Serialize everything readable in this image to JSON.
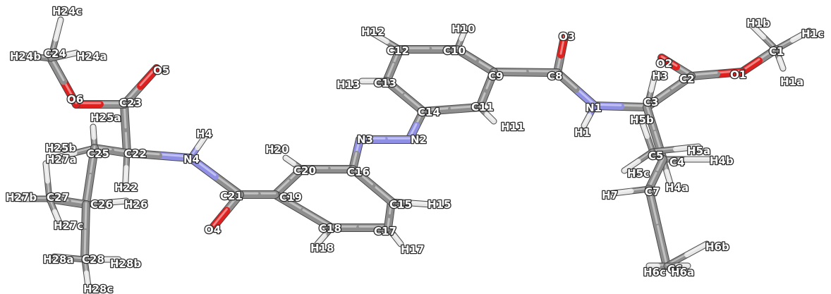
{
  "figure": {
    "colors": {
      "carbon": "#8e8e8e",
      "hydrogen": "#e6e6e6",
      "nitrogen": "#8f8fe6",
      "oxygen": "#e01f1f",
      "label_fill": "#ffffff",
      "label_outline": "#2a2a2a"
    },
    "atoms": [
      {
        "id": "C1",
        "el": "C"
      },
      {
        "id": "H1b",
        "el": "H"
      },
      {
        "id": "H1c",
        "el": "H"
      },
      {
        "id": "H1a",
        "el": "H"
      },
      {
        "id": "O1",
        "el": "O"
      },
      {
        "id": "C2",
        "el": "C"
      },
      {
        "id": "O2",
        "el": "O"
      },
      {
        "id": "C3",
        "el": "C"
      },
      {
        "id": "H3",
        "el": "H"
      },
      {
        "id": "N1",
        "el": "N"
      },
      {
        "id": "H1",
        "el": "H"
      },
      {
        "id": "C8",
        "el": "C"
      },
      {
        "id": "O3",
        "el": "O"
      },
      {
        "id": "C9",
        "el": "C"
      },
      {
        "id": "C10",
        "el": "C"
      },
      {
        "id": "H10",
        "el": "H"
      },
      {
        "id": "C12",
        "el": "C"
      },
      {
        "id": "H12",
        "el": "H"
      },
      {
        "id": "C13",
        "el": "C"
      },
      {
        "id": "H13",
        "el": "H"
      },
      {
        "id": "C14",
        "el": "C"
      },
      {
        "id": "C11",
        "el": "C"
      },
      {
        "id": "H11",
        "el": "H"
      },
      {
        "id": "N2",
        "el": "N"
      },
      {
        "id": "N3",
        "el": "N"
      },
      {
        "id": "C16",
        "el": "C"
      },
      {
        "id": "C20",
        "el": "C"
      },
      {
        "id": "H20",
        "el": "H"
      },
      {
        "id": "C19",
        "el": "C"
      },
      {
        "id": "C18",
        "el": "C"
      },
      {
        "id": "H18",
        "el": "H"
      },
      {
        "id": "C17",
        "el": "C"
      },
      {
        "id": "H17",
        "el": "H"
      },
      {
        "id": "C15",
        "el": "C"
      },
      {
        "id": "H15",
        "el": "H"
      },
      {
        "id": "C21",
        "el": "C"
      },
      {
        "id": "O4",
        "el": "O"
      },
      {
        "id": "N4",
        "el": "N"
      },
      {
        "id": "H4",
        "el": "H"
      },
      {
        "id": "C22",
        "el": "C"
      },
      {
        "id": "H22",
        "el": "H"
      },
      {
        "id": "C23",
        "el": "C"
      },
      {
        "id": "O5",
        "el": "O"
      },
      {
        "id": "O6",
        "el": "O"
      },
      {
        "id": "C24",
        "el": "C"
      },
      {
        "id": "H24c",
        "el": "H"
      },
      {
        "id": "H24b",
        "el": "H"
      },
      {
        "id": "H24a",
        "el": "H"
      },
      {
        "id": "C25",
        "el": "C"
      },
      {
        "id": "H25a",
        "el": "H"
      },
      {
        "id": "H25b",
        "el": "H"
      },
      {
        "id": "C26",
        "el": "C"
      },
      {
        "id": "H26",
        "el": "H"
      },
      {
        "id": "C27",
        "el": "C"
      },
      {
        "id": "H27a",
        "el": "H"
      },
      {
        "id": "H27b",
        "el": "H"
      },
      {
        "id": "H27c",
        "el": "H"
      },
      {
        "id": "C28",
        "el": "C"
      },
      {
        "id": "H28a",
        "el": "H"
      },
      {
        "id": "H28b",
        "el": "H"
      },
      {
        "id": "H28c",
        "el": "H"
      },
      {
        "id": "C4",
        "el": "C"
      },
      {
        "id": "H4b",
        "el": "H"
      },
      {
        "id": "H4a",
        "el": "H"
      },
      {
        "id": "C5",
        "el": "C"
      },
      {
        "id": "H5b",
        "el": "H"
      },
      {
        "id": "H5a",
        "el": "H"
      },
      {
        "id": "H5c",
        "el": "H"
      },
      {
        "id": "C7",
        "el": "C"
      },
      {
        "id": "H7",
        "el": "H"
      },
      {
        "id": "C6",
        "el": "C"
      },
      {
        "id": "H6b",
        "el": "H"
      },
      {
        "id": "H6c",
        "el": "H"
      },
      {
        "id": "H6a",
        "el": "H"
      }
    ],
    "bonds": [
      [
        "C1",
        "H1b"
      ],
      [
        "C1",
        "H1c"
      ],
      [
        "C1",
        "H1a"
      ],
      [
        "C1",
        "O1"
      ],
      [
        "O1",
        "C2"
      ],
      [
        "C2",
        "O2"
      ],
      [
        "C2",
        "C3"
      ],
      [
        "C3",
        "H3"
      ],
      [
        "C3",
        "N1"
      ],
      [
        "N1",
        "H1"
      ],
      [
        "N1",
        "C8"
      ],
      [
        "C8",
        "O3"
      ],
      [
        "C8",
        "C9"
      ],
      [
        "C9",
        "C10"
      ],
      [
        "C10",
        "H10"
      ],
      [
        "C10",
        "C12"
      ],
      [
        "C12",
        "H12"
      ],
      [
        "C12",
        "C13"
      ],
      [
        "C13",
        "H13"
      ],
      [
        "C13",
        "C14"
      ],
      [
        "C14",
        "C11"
      ],
      [
        "C11",
        "C9"
      ],
      [
        "C11",
        "H11"
      ],
      [
        "C14",
        "N2"
      ],
      [
        "N2",
        "N3"
      ],
      [
        "N3",
        "C16"
      ],
      [
        "C16",
        "C20"
      ],
      [
        "C20",
        "H20"
      ],
      [
        "C20",
        "C19"
      ],
      [
        "C19",
        "C18"
      ],
      [
        "C18",
        "H18"
      ],
      [
        "C18",
        "C17"
      ],
      [
        "C17",
        "H17"
      ],
      [
        "C17",
        "C15"
      ],
      [
        "C15",
        "H15"
      ],
      [
        "C15",
        "C16"
      ],
      [
        "C19",
        "C21"
      ],
      [
        "C21",
        "O4"
      ],
      [
        "C21",
        "N4"
      ],
      [
        "N4",
        "H4"
      ],
      [
        "N4",
        "C22"
      ],
      [
        "C22",
        "H22"
      ],
      [
        "C22",
        "C23"
      ],
      [
        "C23",
        "O5"
      ],
      [
        "C23",
        "O6"
      ],
      [
        "O6",
        "C24"
      ],
      [
        "C24",
        "H24c"
      ],
      [
        "C24",
        "H24b"
      ],
      [
        "C24",
        "H24a"
      ],
      [
        "C22",
        "C25"
      ],
      [
        "C25",
        "H25a"
      ],
      [
        "C25",
        "H25b"
      ],
      [
        "C25",
        "C26"
      ],
      [
        "C26",
        "H26"
      ],
      [
        "C26",
        "C27"
      ],
      [
        "C27",
        "H27a"
      ],
      [
        "C27",
        "H27b"
      ],
      [
        "C27",
        "H27c"
      ],
      [
        "C26",
        "C28"
      ],
      [
        "C28",
        "H28a"
      ],
      [
        "C28",
        "H28b"
      ],
      [
        "C28",
        "H28c"
      ],
      [
        "C3",
        "C4"
      ],
      [
        "C4",
        "H4b"
      ],
      [
        "C4",
        "H4a"
      ],
      [
        "C4",
        "C5"
      ],
      [
        "C5",
        "H5b"
      ],
      [
        "C5",
        "H5a"
      ],
      [
        "C5",
        "H5c"
      ],
      [
        "C4",
        "C7"
      ],
      [
        "C7",
        "H7"
      ],
      [
        "C7",
        "C6"
      ],
      [
        "C6",
        "H6b"
      ],
      [
        "C6",
        "H6c"
      ],
      [
        "C6",
        "H6a"
      ]
    ],
    "labels": [
      {
        "text": "H24c",
        "atom": "H24c"
      },
      {
        "text": "C24",
        "atom": "C24"
      },
      {
        "text": "H24b",
        "atom": "H24b"
      },
      {
        "text": "H24a",
        "atom": "H24a"
      },
      {
        "text": "O5",
        "atom": "O5"
      },
      {
        "text": "O6",
        "atom": "O6"
      },
      {
        "text": "C23",
        "atom": "C23"
      },
      {
        "text": "H25a",
        "atom": "H25a"
      },
      {
        "text": "H4",
        "atom": "H4"
      },
      {
        "text": "H25b",
        "atom": "H25b"
      },
      {
        "text": "C25",
        "atom": "C25"
      },
      {
        "text": "H27a",
        "atom": "H27a"
      },
      {
        "text": "C22",
        "atom": "C22"
      },
      {
        "text": "N4",
        "atom": "N4"
      },
      {
        "text": "H22",
        "atom": "H22"
      },
      {
        "text": "H27b",
        "atom": "H27b"
      },
      {
        "text": "C27",
        "atom": "C27"
      },
      {
        "text": "C26",
        "atom": "C26"
      },
      {
        "text": "H26",
        "atom": "H26"
      },
      {
        "text": "C21",
        "atom": "C21"
      },
      {
        "text": "H27c",
        "atom": "H27c"
      },
      {
        "text": "O4",
        "atom": "O4"
      },
      {
        "text": "H28a",
        "atom": "H28a"
      },
      {
        "text": "C28",
        "atom": "C28"
      },
      {
        "text": "H28b",
        "atom": "H28b"
      },
      {
        "text": "H28c",
        "atom": "H28c"
      },
      {
        "text": "H12",
        "atom": "H12"
      },
      {
        "text": "H10",
        "atom": "H10"
      },
      {
        "text": "C12",
        "atom": "C12"
      },
      {
        "text": "C10",
        "atom": "C10"
      },
      {
        "text": "O3",
        "atom": "O3"
      },
      {
        "text": "C9",
        "atom": "C9"
      },
      {
        "text": "C8",
        "atom": "C8"
      },
      {
        "text": "H13",
        "atom": "H13"
      },
      {
        "text": "C13",
        "atom": "C13"
      },
      {
        "text": "C14",
        "atom": "C14"
      },
      {
        "text": "C11",
        "atom": "C11"
      },
      {
        "text": "H11",
        "atom": "H11"
      },
      {
        "text": "N1",
        "atom": "N1"
      },
      {
        "text": "H1",
        "atom": "H1"
      },
      {
        "text": "N3",
        "atom": "N3"
      },
      {
        "text": "N2",
        "atom": "N2"
      },
      {
        "text": "H20",
        "atom": "H20"
      },
      {
        "text": "C20",
        "atom": "C20"
      },
      {
        "text": "C16",
        "atom": "C16"
      },
      {
        "text": "C19",
        "atom": "C19"
      },
      {
        "text": "C15",
        "atom": "C15"
      },
      {
        "text": "H15",
        "atom": "H15"
      },
      {
        "text": "C18",
        "atom": "C18"
      },
      {
        "text": "C17",
        "atom": "C17"
      },
      {
        "text": "H18",
        "atom": "H18"
      },
      {
        "text": "H17",
        "atom": "H17"
      },
      {
        "text": "H1b",
        "atom": "H1b"
      },
      {
        "text": "H1c",
        "atom": "H1c"
      },
      {
        "text": "C1",
        "atom": "C1"
      },
      {
        "text": "O2",
        "atom": "O2"
      },
      {
        "text": "H3",
        "atom": "H3"
      },
      {
        "text": "C2",
        "atom": "C2"
      },
      {
        "text": "O1",
        "atom": "O1"
      },
      {
        "text": "H1a",
        "atom": "H1a"
      },
      {
        "text": "C3",
        "atom": "C3"
      },
      {
        "text": "H5b",
        "atom": "H5b"
      },
      {
        "text": "C5",
        "atom": "C5"
      },
      {
        "text": "H5a",
        "atom": "H5a"
      },
      {
        "text": "C4",
        "atom": "C4"
      },
      {
        "text": "H4b",
        "atom": "H4b"
      },
      {
        "text": "H5c",
        "atom": "H5c"
      },
      {
        "text": "C7",
        "atom": "C7"
      },
      {
        "text": "H4a",
        "atom": "H4a"
      },
      {
        "text": "H7",
        "atom": "H7"
      },
      {
        "text": "C6",
        "atom": "C6"
      },
      {
        "text": "H6b",
        "atom": "H6b"
      },
      {
        "text": "H6c",
        "atom": "H6c"
      },
      {
        "text": "H6a",
        "atom": "H6a"
      }
    ]
  }
}
